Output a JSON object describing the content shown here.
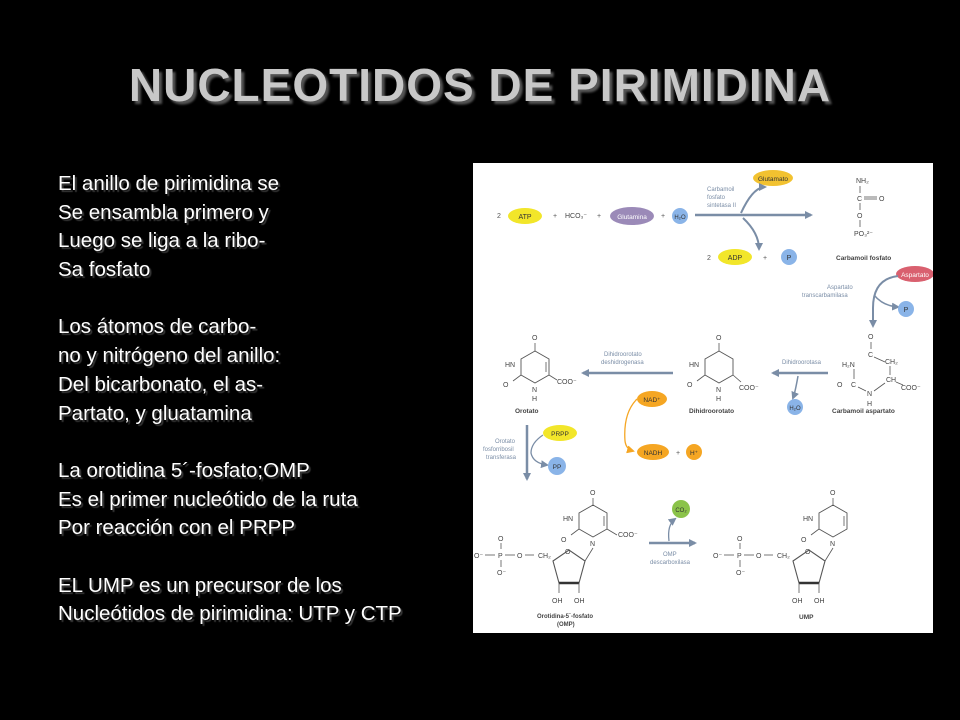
{
  "title": "NUCLEOTIDOS DE PIRIMIDINA",
  "lines": [
    "El anillo de pirimidina se",
    "Se ensambla primero y",
    "Luego se liga a la ribo-",
    "Sa fosfato",
    "",
    "Los  átomos de carbo-",
    "no y nitrógeno del anillo:",
    "Del bicarbonato, el as-",
    "Partato, y gluatamina",
    "",
    "La orotidina 5´-fosfato;OMP",
    "Es el primer  nucleótido de la ruta",
    "Por reacción con el PRPP",
    "",
    "EL UMP es un precursor de los",
    "Nucleótidos de pirimidina: UTP y CTP"
  ],
  "diagram": {
    "colors": {
      "atp": "#f2e62a",
      "orange": "#f5a623",
      "purple": "#9b8ab8",
      "blue": "#8ab4e8",
      "pink": "#d9606f",
      "green": "#8bc34a",
      "arrow": "#7a8da6"
    },
    "step1": {
      "coef_atp": "2",
      "atp": "ATP",
      "plus": "+",
      "hco3": "HCO₃⁻",
      "glutamina": "Glutamina",
      "h2o": "H₂O",
      "enzyme": [
        "Carbamoil",
        "fosfato",
        "sintetasa II"
      ],
      "glutamato": "Glutamato",
      "coef_adp": "2",
      "adp": "ADP",
      "p": "P"
    },
    "carbamoil_fosfato": {
      "nh2": "NH₂",
      "c": "C",
      "o_double": "O",
      "o": "O",
      "po3": "PO₃²⁻",
      "label": "Carbamoil fosfato"
    },
    "step2": {
      "aspartato": "Aspartato",
      "enzyme": [
        "Aspartato",
        "transcarbamilasa"
      ],
      "p": "P"
    },
    "carbamoil_aspartato": {
      "o": "O",
      "c": "C",
      "ch2": "CH₂",
      "h2n": "H₂N",
      "o_left": "O",
      "ch": "CH",
      "coo": "COO⁻",
      "n": "N",
      "h": "H",
      "label": "Carbamoil aspartato"
    },
    "step3": {
      "enzyme": "Dihidroorotasa",
      "h2o": "H₂O"
    },
    "dihidroorotato": {
      "o_top": "O",
      "hn": "HN",
      "o_left": "O",
      "n": "N",
      "h": "H",
      "coo": "COO⁻",
      "label": "Dihidroorotato"
    },
    "step4": {
      "enzyme": [
        "Dihidroorotato",
        "deshidrogenasa"
      ],
      "nad": "NAD⁺",
      "nadh": "NADH",
      "plus": "+",
      "h": "H⁺"
    },
    "orotato": {
      "o_top": "O",
      "hn": "HN",
      "o_left": "O",
      "n": "N",
      "h": "H",
      "coo": "COO⁻",
      "label": "Orotato"
    },
    "step5": {
      "enzyme": [
        "Orotato",
        "fosforribosil",
        "transferasa"
      ],
      "prpp": "PRPP",
      "pp": "PP"
    },
    "omp": {
      "o_top": "O",
      "hn": "HN",
      "o_ring": "O",
      "n": "N",
      "coo": "COO⁻",
      "o1": "O⁻",
      "p": "P",
      "o2": "O",
      "o3": "O⁻",
      "ch2": "CH₂",
      "o4": "O",
      "oh1": "OH",
      "oh2": "OH",
      "label": [
        "Orotidina-5´-fosfato",
        "(OMP)"
      ]
    },
    "step6": {
      "co2": "CO₂",
      "enzyme": [
        "OMP",
        "descarboxilasa"
      ]
    },
    "ump": {
      "o_top": "O",
      "hn": "HN",
      "o_ring": "O",
      "n": "N",
      "o1": "O⁻",
      "p": "P",
      "o2": "O",
      "o3": "O⁻",
      "ch2": "CH₂",
      "o4": "O",
      "oh1": "OH",
      "oh2": "OH",
      "label": "UMP"
    }
  }
}
